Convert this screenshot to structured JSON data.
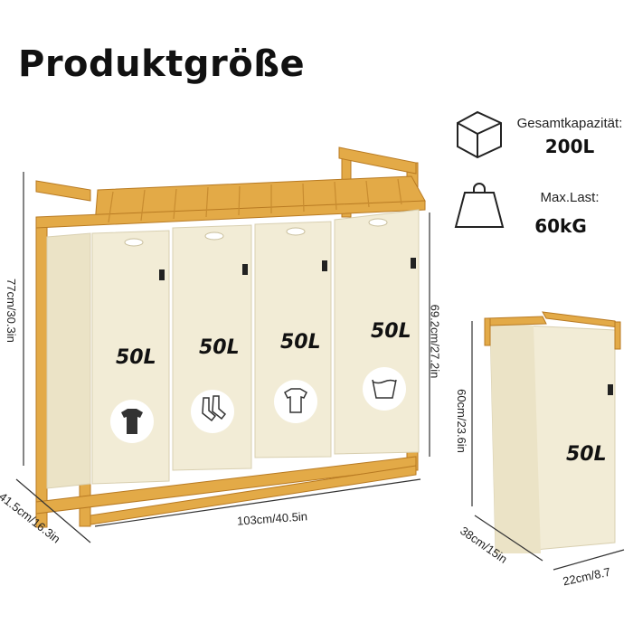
{
  "title": "Produktgröße",
  "specs": [
    {
      "icon": "cube-icon",
      "label": "Gesamtkapazität:",
      "value": "200L"
    },
    {
      "icon": "weight-icon",
      "label": "Max.Last:",
      "value": "60kG"
    }
  ],
  "bags": [
    {
      "volume": "50L",
      "icon": "tshirt-filled-icon"
    },
    {
      "volume": "50L",
      "icon": "socks-icon"
    },
    {
      "volume": "50L",
      "icon": "tshirt-outline-icon"
    },
    {
      "volume": "50L",
      "icon": "washing-30-icon"
    }
  ],
  "single_bag": {
    "volume": "50L"
  },
  "dimensions": {
    "height_total": "77cm/30.3in",
    "height_bags": "69.2cm/27.2in",
    "depth": "41.5cm/16.3in",
    "width": "103cm/40.5in",
    "bag_height": "60cm/23.6in",
    "bag_length": "38cm/15in",
    "bag_width": "22cm/8.7"
  },
  "colors": {
    "bamboo": "#e0a844",
    "bag": "#f2ecd6",
    "text": "#111111"
  }
}
